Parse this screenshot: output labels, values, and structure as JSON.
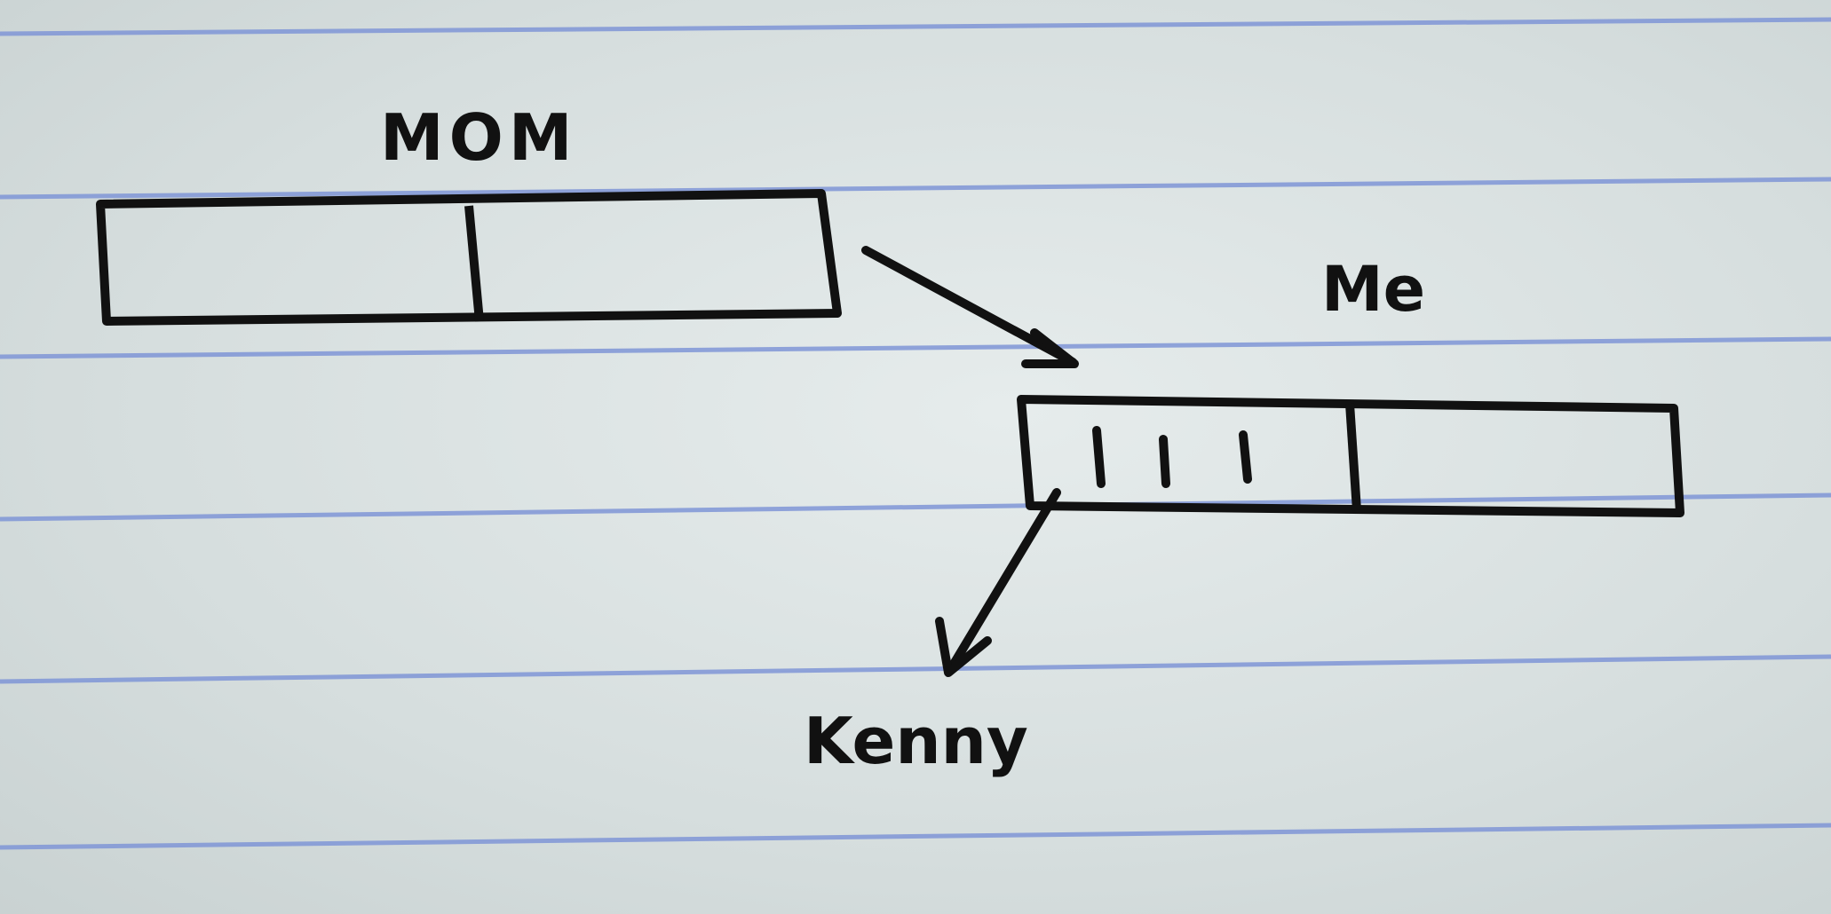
{
  "diagram": {
    "nodes": [
      {
        "id": "mom",
        "label": "MOM"
      },
      {
        "id": "me",
        "label": "Me"
      },
      {
        "id": "kenny",
        "label": "Kenny"
      }
    ],
    "edges": [
      {
        "from": "mom",
        "to": "me"
      },
      {
        "from": "me",
        "to": "kenny"
      }
    ]
  },
  "colors": {
    "ink": "#111111",
    "rule_line": "#7f95d6",
    "paper": "#dce3e3"
  }
}
